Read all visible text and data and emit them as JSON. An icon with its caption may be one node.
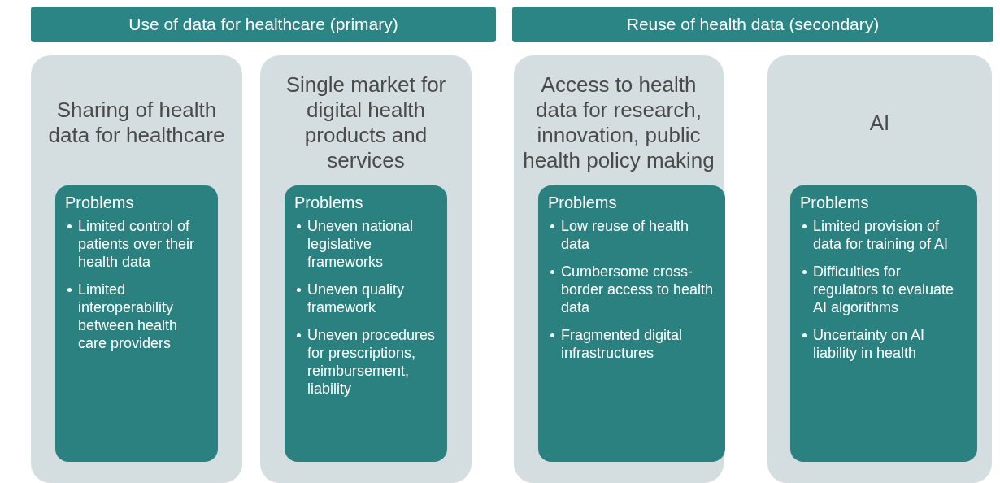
{
  "diagram": {
    "nodes": [
      {
        "text": [
          "Use of data for healthcare (primary)"
        ]
      },
      {
        "text": [
          "Reuse of health data (secondary)"
        ]
      },
      {
        "text": [
          "Sharing of health data for healthcare"
        ]
      },
      {
        "text": [
          "Problems",
          "Limited control of patients over their health data",
          "Limited interoperability between health care providers"
        ],
        "in": 2
      },
      {
        "text": [
          "Single market for digital health products and services"
        ]
      },
      {
        "text": [
          "Problems",
          "Uneven national legislative frameworks",
          "Uneven quality framework",
          "Uneven procedures for prescriptions, reimbursement, liability"
        ],
        "in": 4
      },
      {
        "text": [
          "Access to health data for research, innovation, public health policy making"
        ]
      },
      {
        "text": [
          "Problems",
          "Low reuse of health data",
          "Cumbersome cross-border access to health data",
          "Fragmented digital infrastructures"
        ],
        "in": 6
      },
      {
        "text": [
          "AI"
        ]
      },
      {
        "text": [
          "Problems",
          "Limited provision of data for training of AI",
          "Difficulties for regulators to evaluate AI algorithms",
          "Uncertainty on AI liability in health"
        ],
        "in": 8
      }
    ]
  }
}
